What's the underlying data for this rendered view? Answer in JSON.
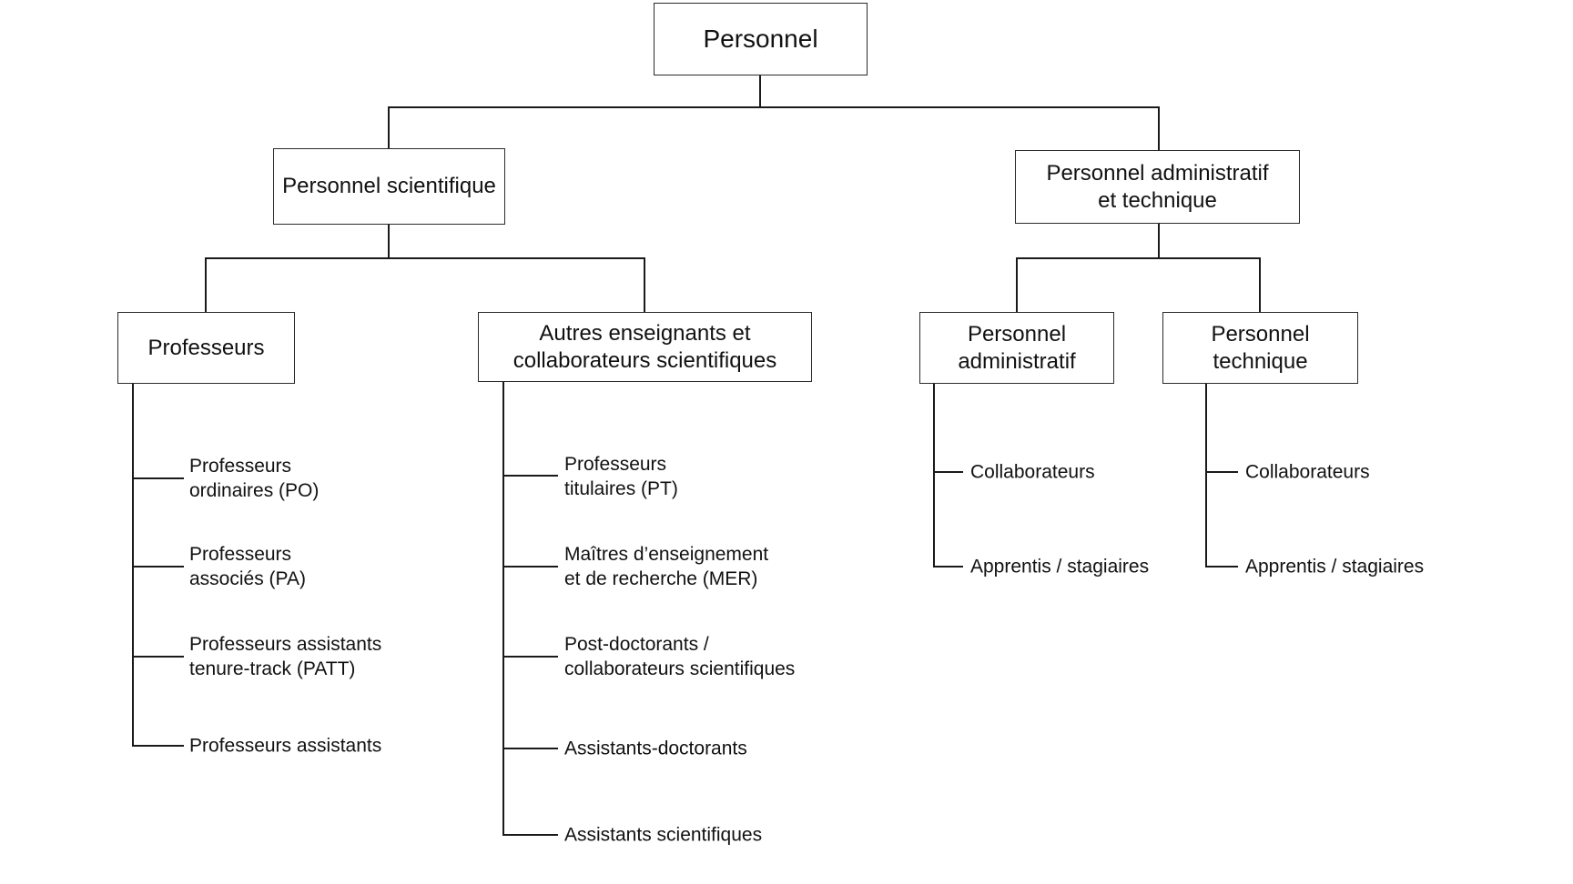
{
  "diagram": {
    "title": "Personnel organization chart",
    "colors": {
      "background": "#ffffff",
      "line": "#1a1a1a",
      "box_border": "#2a2a2a",
      "text": "#111111"
    },
    "nodes": {
      "personnel": {
        "lines": [
          "Personnel"
        ]
      },
      "personnel_scientifique": {
        "lines": [
          "Personnel scientifique"
        ]
      },
      "personnel_administratif_et_technique": {
        "lines": [
          "Personnel administratif",
          "et technique"
        ]
      },
      "professeurs": {
        "lines": [
          "Professeurs"
        ]
      },
      "autres_enseignants": {
        "lines": [
          "Autres enseignants et",
          "collaborateurs scientifiques"
        ]
      },
      "personnel_administratif": {
        "lines": [
          "Personnel",
          "administratif"
        ]
      },
      "personnel_technique": {
        "lines": [
          "Personnel",
          "technique"
        ]
      }
    },
    "leaves": {
      "professeurs": [
        {
          "lines": [
            "Professeurs",
            "ordinaires (PO)"
          ]
        },
        {
          "lines": [
            "Professeurs",
            "associés (PA)"
          ]
        },
        {
          "lines": [
            "Professeurs assistants",
            "tenure-track (PATT)"
          ]
        },
        {
          "lines": [
            "Professeurs assistants"
          ]
        }
      ],
      "autres_enseignants": [
        {
          "lines": [
            "Professeurs",
            "titulaires (PT)"
          ]
        },
        {
          "lines": [
            "Maîtres d’enseignement",
            "et de recherche (MER)"
          ]
        },
        {
          "lines": [
            "Post-doctorants /",
            "collaborateurs scientifiques"
          ]
        },
        {
          "lines": [
            "Assistants-doctorants"
          ]
        },
        {
          "lines": [
            "Assistants scientifiques"
          ]
        }
      ],
      "personnel_administratif": [
        {
          "lines": [
            "Collaborateurs"
          ]
        },
        {
          "lines": [
            "Apprentis / stagiaires"
          ]
        }
      ],
      "personnel_technique": [
        {
          "lines": [
            "Collaborateurs"
          ]
        },
        {
          "lines": [
            "Apprentis / stagiaires"
          ]
        }
      ]
    }
  }
}
